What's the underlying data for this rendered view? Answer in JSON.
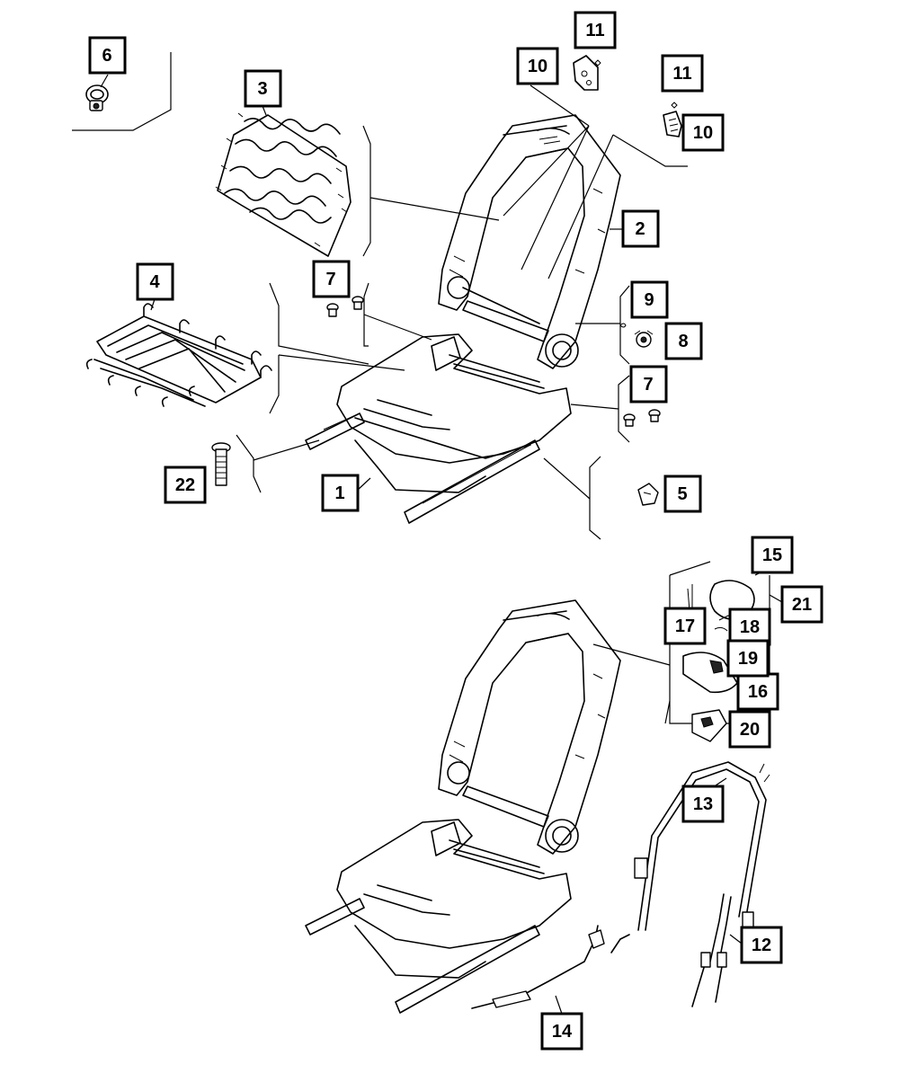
{
  "callouts": [
    {
      "id": "c1",
      "label": "1"
    },
    {
      "id": "c2",
      "label": "2"
    },
    {
      "id": "c3",
      "label": "3"
    },
    {
      "id": "c4",
      "label": "4"
    },
    {
      "id": "c5",
      "label": "5"
    },
    {
      "id": "c6",
      "label": "6"
    },
    {
      "id": "c7a",
      "label": "7"
    },
    {
      "id": "c7b",
      "label": "7"
    },
    {
      "id": "c8",
      "label": "8"
    },
    {
      "id": "c9",
      "label": "9"
    },
    {
      "id": "c10a",
      "label": "10"
    },
    {
      "id": "c10b",
      "label": "10"
    },
    {
      "id": "c11a",
      "label": "11"
    },
    {
      "id": "c11b",
      "label": "11"
    },
    {
      "id": "c12",
      "label": "12"
    },
    {
      "id": "c13",
      "label": "13"
    },
    {
      "id": "c14",
      "label": "14"
    },
    {
      "id": "c15",
      "label": "15"
    },
    {
      "id": "c16",
      "label": "16"
    },
    {
      "id": "c17",
      "label": "17"
    },
    {
      "id": "c18",
      "label": "18"
    },
    {
      "id": "c19",
      "label": "19"
    },
    {
      "id": "c20",
      "label": "20"
    },
    {
      "id": "c21",
      "label": "21"
    },
    {
      "id": "c22",
      "label": "22"
    }
  ]
}
